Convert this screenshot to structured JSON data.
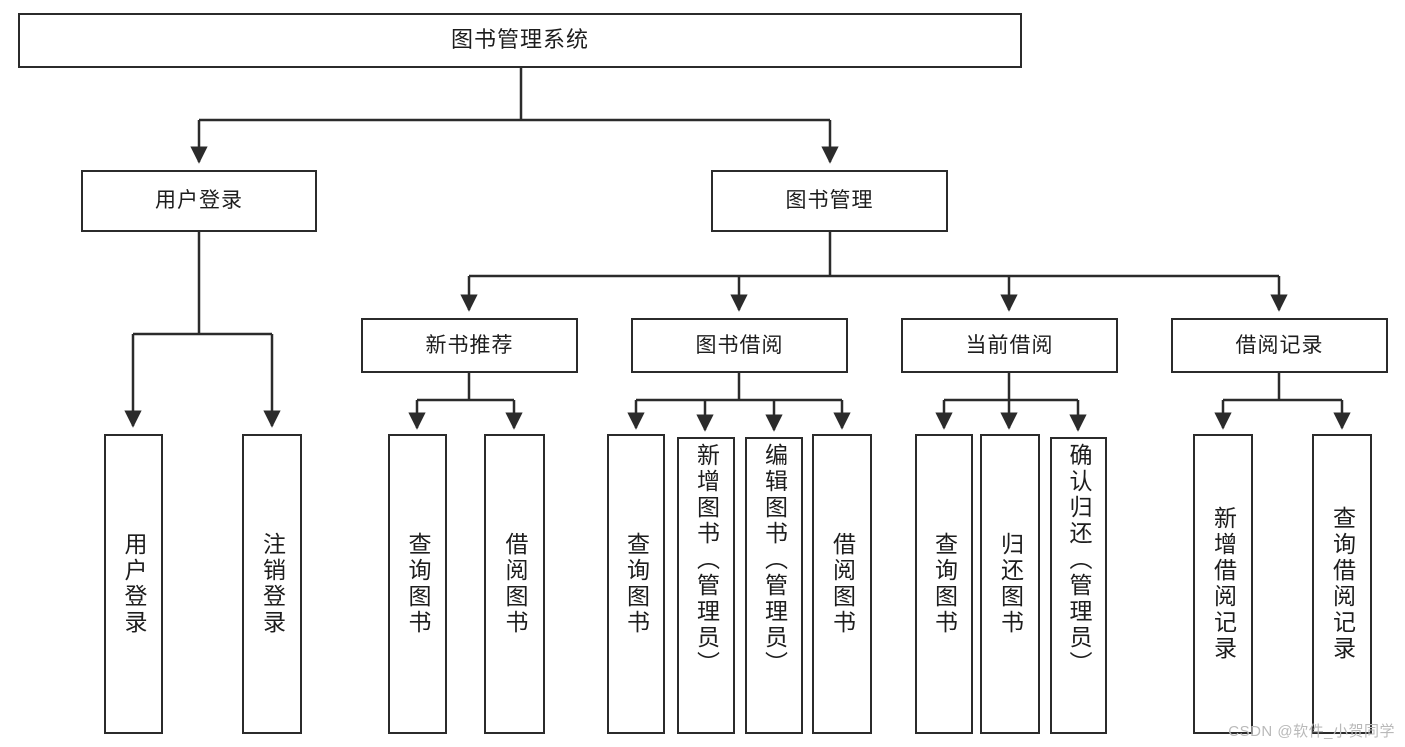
{
  "diagram": {
    "title": "图书管理系统",
    "type": "tree-hierarchy-diagram",
    "colors": {
      "box_border": "#2b2b2b",
      "box_fill": "#ffffff",
      "connector": "#2b2b2b",
      "text": "#1d1d1d",
      "watermark": "#b9b9b9",
      "background": "#ffffff"
    },
    "root": {
      "label": "图书管理系统"
    },
    "level2": [
      {
        "label": "用户登录"
      },
      {
        "label": "图书管理"
      }
    ],
    "level3": [
      {
        "label": "新书推荐"
      },
      {
        "label": "图书借阅"
      },
      {
        "label": "当前借阅"
      },
      {
        "label": "借阅记录"
      }
    ],
    "leaves": {
      "user_login": [
        {
          "label": "用户登录"
        },
        {
          "label": "注销登录"
        }
      ],
      "new_book_recommend": [
        {
          "label": "查询图书"
        },
        {
          "label": "借阅图书"
        }
      ],
      "book_borrow": [
        {
          "label": "查询图书"
        },
        {
          "label": "新增图书（管理员）"
        },
        {
          "label": "编辑图书（管理员）"
        },
        {
          "label": "借阅图书"
        }
      ],
      "current_borrow": [
        {
          "label": "查询图书"
        },
        {
          "label": "归还图书"
        },
        {
          "label": "确认归还（管理员）"
        }
      ],
      "borrow_record": [
        {
          "label": "新增借阅记录"
        },
        {
          "label": "查询借阅记录"
        }
      ]
    }
  },
  "watermark": {
    "text": "CSDN @软件_小贺同学"
  }
}
